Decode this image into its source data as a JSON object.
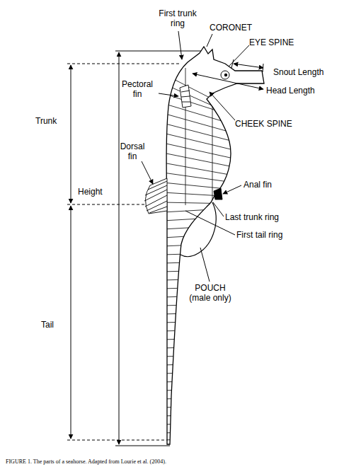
{
  "diagram": {
    "caption": "FIGURE 1. The parts of a seahorse. Adapted from Lourie et al. (2004).",
    "labels": [
      "First trunk ring",
      "CORONET",
      "EYE SPINE",
      "Snout Length",
      "Head Length",
      "Pectoral fin",
      "CHEEK SPINE",
      "Trunk",
      "Dorsal fin",
      "Height",
      "Anal fin",
      "Last trunk ring",
      "First tail ring",
      "Tail",
      "POUCH (male only)"
    ]
  }
}
